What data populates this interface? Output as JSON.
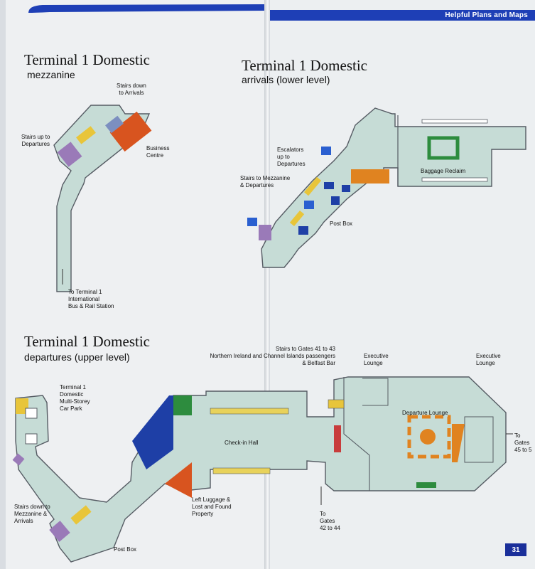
{
  "header": {
    "section_title": "Helpful Plans and Maps",
    "page_number": "31"
  },
  "colors": {
    "floor": "#c6dcd6",
    "outline": "#555b63",
    "header_blue": "#1e3fb6",
    "business_centre": "#d8541f",
    "stairs": "#e8c53a",
    "lift": "#9a7ab8",
    "cafe": "#e08320",
    "post_box": "#1e3fa6",
    "lounge_green": "#2d8c3e",
    "checkin_desk": "#e8d25a",
    "icon_blue": "#2a5fd0"
  },
  "maps": {
    "mezzanine": {
      "title": "Terminal 1 Domestic",
      "subtitle": "mezzanine",
      "labels": {
        "stairs_down": "Stairs down\nto Arrivals",
        "stairs_up": "Stairs up to\nDepartures",
        "business_centre": "Business\nCentre",
        "to_terminal": "To Terminal 1\nInternational\nBus & Rail Station"
      }
    },
    "arrivals": {
      "title": "Terminal 1 Domestic",
      "subtitle": "arrivals (lower level)",
      "labels": {
        "escalators": "Escalators\nup to\nDepartures",
        "stairs_mezz": "Stairs to Mezzanine\n& Departures",
        "post_box": "Post Box",
        "baggage_reclaim": "Baggage Reclaim"
      }
    },
    "departures": {
      "title": "Terminal 1 Domestic",
      "subtitle": "departures (upper level)",
      "labels": {
        "car_park": "Terminal 1\nDomestic\nMulti-Storey\nCar Park",
        "stairs_gates": "Stairs to Gates 41 to 43\nNorthern Ireland and Channel Islands passengers\n& Belfast Bar",
        "executive_lounge_1": "Executive\nLounge",
        "executive_lounge_2": "Executive\nLounge",
        "departure_lounge": "Departure Lounge",
        "to_gates_45": "To\nGates\n45 to 5",
        "checkin_hall": "Check-in Hall",
        "left_luggage": "Left Luggage &\nLost and Found\nProperty",
        "to_gates_42": "To\nGates\n42 to 44",
        "stairs_down_mezz": "Stairs down to\nMezzanine &\nArrivals",
        "post_box": "Post Box"
      }
    }
  }
}
